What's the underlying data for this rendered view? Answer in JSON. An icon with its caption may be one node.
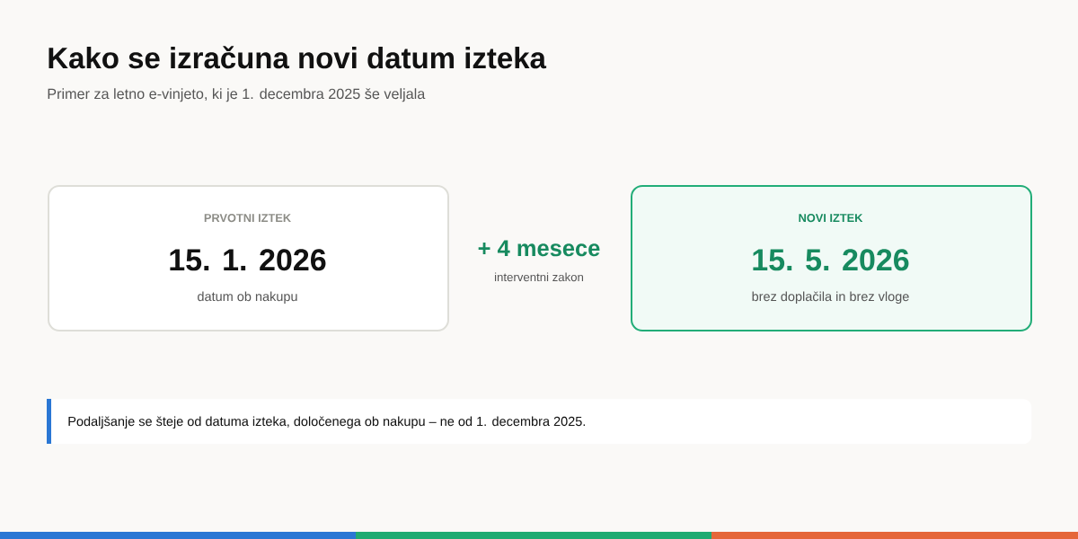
{
  "diagram": {
    "title": "Kako se izračuna novi datum izteka",
    "nodes": [
      {
        "text": [
          "PRVOTNI IZTEK",
          "15. 1. 2026",
          "datum ob nakupu"
        ]
      },
      {
        "text": [
          "NOVI IZTEK",
          "15. 5. 2026",
          "brez doplačila in brez vloge"
        ]
      },
      {
        "text": [
          "Podaljšanje se šteje od datuma izteka, določenega ob nakupu – ne od 1. decembra 2025."
        ]
      }
    ],
    "labels": [
      "Primer za letno e-vinjeto, ki je 1. decembra 2025 še veljala",
      "+ 4 mesece",
      "interventni zakon"
    ]
  }
}
